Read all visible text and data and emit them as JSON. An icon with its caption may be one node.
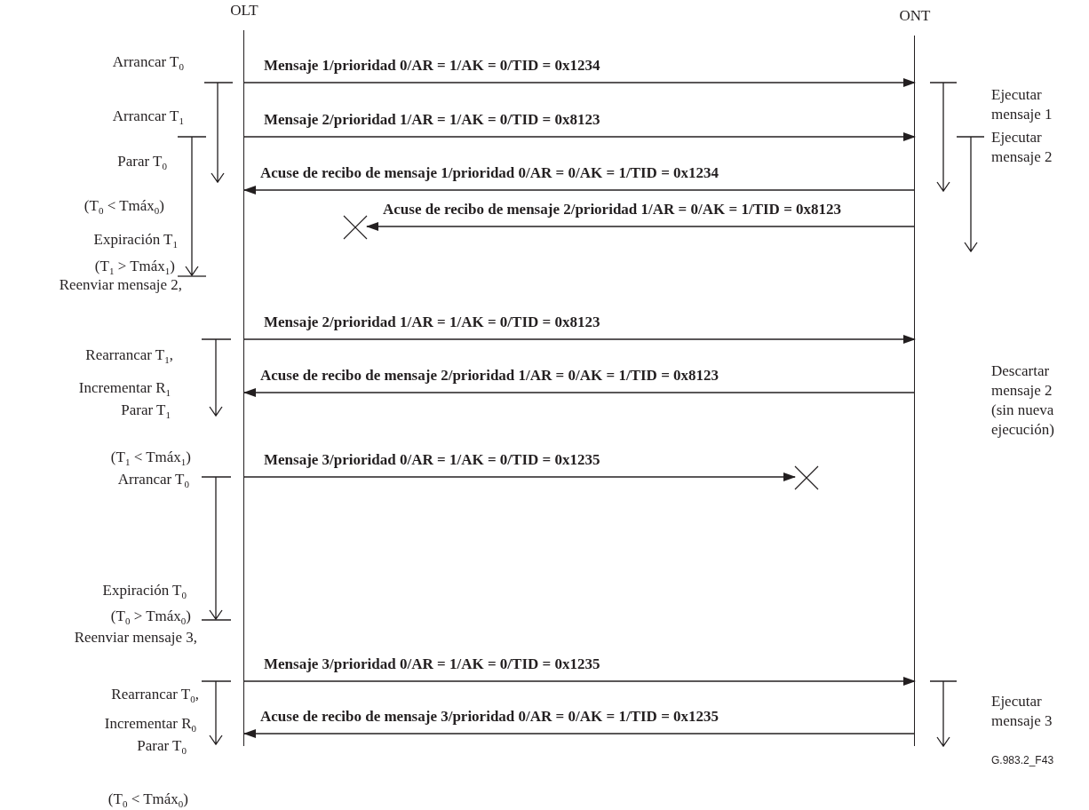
{
  "diagram": {
    "nodes": [
      {
        "text": [
          "OLT"
        ]
      },
      {
        "text": [
          "ONT"
        ]
      },
      {
        "text": [],
        "shape": "cross"
      },
      {
        "text": [],
        "shape": "cross"
      }
    ],
    "edges": [
      {
        "from": 0,
        "to": 1,
        "arrow": "to",
        "label": "Mensaje 1/prioridad 0/AR = 1/AK = 0/TID = 0x1234"
      },
      {
        "from": 0,
        "to": 1,
        "arrow": "to",
        "label": "Mensaje 2/prioridad 1/AR = 1/AK = 0/TID = 0x8123"
      },
      {
        "from": 1,
        "to": 0,
        "arrow": "to",
        "label": "Acuse de recibo de mensaje 1/prioridad 0/AR = 0/AK = 1/TID = 0x1234"
      },
      {
        "from": 1,
        "to": 2,
        "arrow": "to",
        "label": "Acuse de recibo de mensaje 2/prioridad 1/AR = 0/AK = 1/TID = 0x8123"
      },
      {
        "from": 0,
        "to": 1,
        "arrow": "to",
        "label": "Mensaje 2/prioridad 1/AR = 1/AK = 0/TID = 0x8123"
      },
      {
        "from": 1,
        "to": 0,
        "arrow": "to",
        "label": "Acuse de recibo de mensaje 2/prioridad 1/AR = 0/AK = 1/TID = 0x8123"
      },
      {
        "from": 0,
        "to": 3,
        "arrow": "to",
        "label": "Mensaje 3/prioridad 0/AR = 1/AK = 0/TID = 0x1235"
      },
      {
        "from": 0,
        "to": 1,
        "arrow": "to",
        "label": "Mensaje 3/prioridad 0/AR = 1/AK = 0/TID = 0x1235"
      },
      {
        "from": 1,
        "to": 0,
        "arrow": "to",
        "label": "Acuse de recibo de mensaje 3/prioridad 0/AR = 0/AK = 1/TID = 0x1235"
      }
    ],
    "labels": [
      "Arrancar T$_{0}$",
      "Ejecutar mensaje 1",
      "Arrancar T$_{1}$",
      "Ejecutar mensaje 2",
      "Parar T$_{0}$",
      "(T$_{0}$ < Tmáx$_{0}$)",
      "Expiración T$_{1}$",
      "(T$_{1}$ > Tmáx$_{1}$)",
      "Reenviar mensaje 2,",
      "Rearrancar T$_{1}$,",
      "Descartar mensaje 2 (sin nueva ejecución)",
      "Incrementar R$_{1}$",
      "Parar T$_{1}$",
      "(T$_{1}$ < Tmáx$_{1}$)",
      "Arrancar T$_{0}$",
      "Expiración T$_{0}$",
      "(T$_{0}$ > Tmáx$_{0}$)",
      "Reenviar mensaje 3,",
      "Rearrancar T$_{0}$,",
      "Ejecutar mensaje 3",
      "Incrementar R$_{0}$",
      "Parar T$_{0}$",
      "G.983.2_F43",
      "(T$_{0}$ < Tmáx$_{0}$)"
    ]
  }
}
